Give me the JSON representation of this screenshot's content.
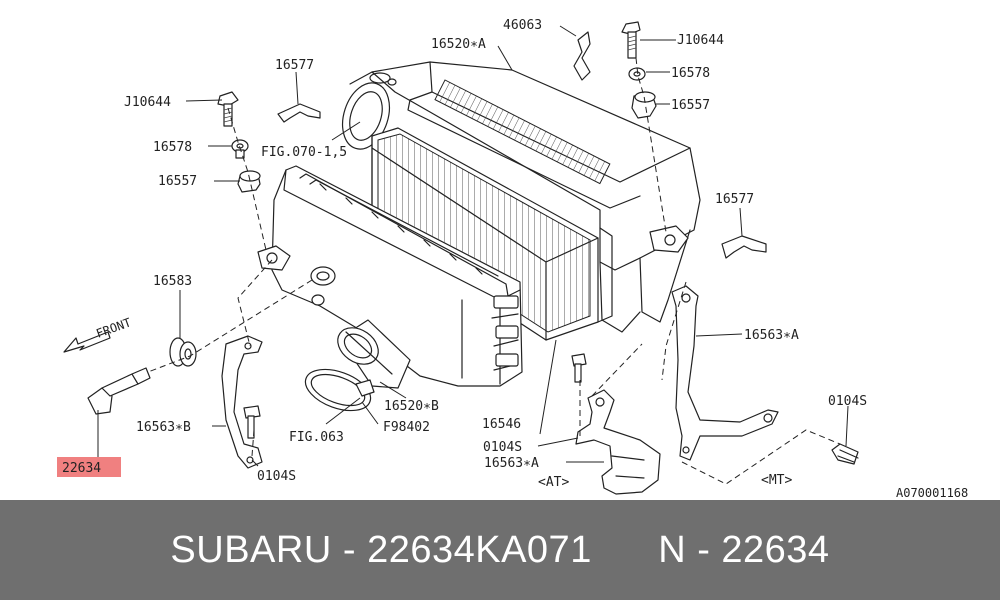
{
  "colors": {
    "highlight": "#f08080",
    "footer_bg": "#6f6f6f",
    "footer_text": "#ffffff"
  },
  "labels": {
    "p46063": "46063",
    "p16520A": "16520∗A",
    "pJ10644_right": "J10644",
    "p16578_right": "16578",
    "p16557_right": "16557",
    "p16577_top": "16577",
    "pJ10644_left": "J10644",
    "p16578_left": "16578",
    "fig070": "FIG.070-1,5",
    "p16557_left": "16557",
    "p16577_right": "16577",
    "p16583": "16583",
    "front": "FRONT",
    "p16563A_right": "16563∗A",
    "p0104S_right": "0104S",
    "p16563B": "16563∗B",
    "p16520B": "16520∗B",
    "p16546": "16546",
    "p0104S_center": "0104S",
    "p16563A_center": "16563∗A",
    "fig063": "FIG.063",
    "pF98402": "F98402",
    "p0104S_left": "0104S",
    "at": "<AT>",
    "mt": "<MT>",
    "p22634": "22634",
    "diagram_code": "A070001168"
  },
  "footer": {
    "brand": "SUBARU",
    "sep1": " - ",
    "part_number": "22634KA071",
    "gap": "      ",
    "nref": "N - 22634"
  }
}
